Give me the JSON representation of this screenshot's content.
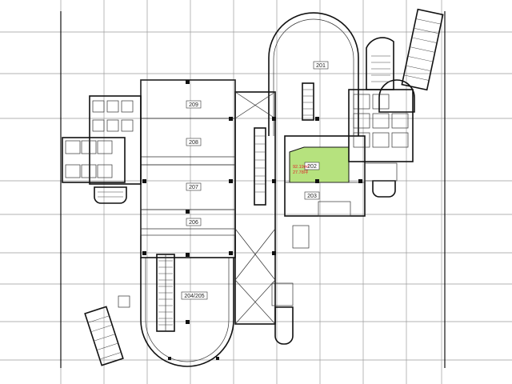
{
  "plan": {
    "rooms": [
      {
        "id": "201",
        "label": "201"
      },
      {
        "id": "202",
        "label": "202",
        "highlight_color": "#b6e27e"
      },
      {
        "id": "203",
        "label": "203"
      },
      {
        "id": "204_205",
        "label": "204/205"
      },
      {
        "id": "206",
        "label": "206"
      },
      {
        "id": "207",
        "label": "207"
      },
      {
        "id": "208",
        "label": "208"
      },
      {
        "id": "209",
        "label": "209"
      }
    ],
    "highlight_note": {
      "line1": "92.19m²",
      "line2": "27.78坪"
    },
    "colors": {
      "line": "#111111",
      "grid": "#9a9a9a",
      "highlight": "#b6e27e",
      "note": "#e0242b"
    }
  }
}
